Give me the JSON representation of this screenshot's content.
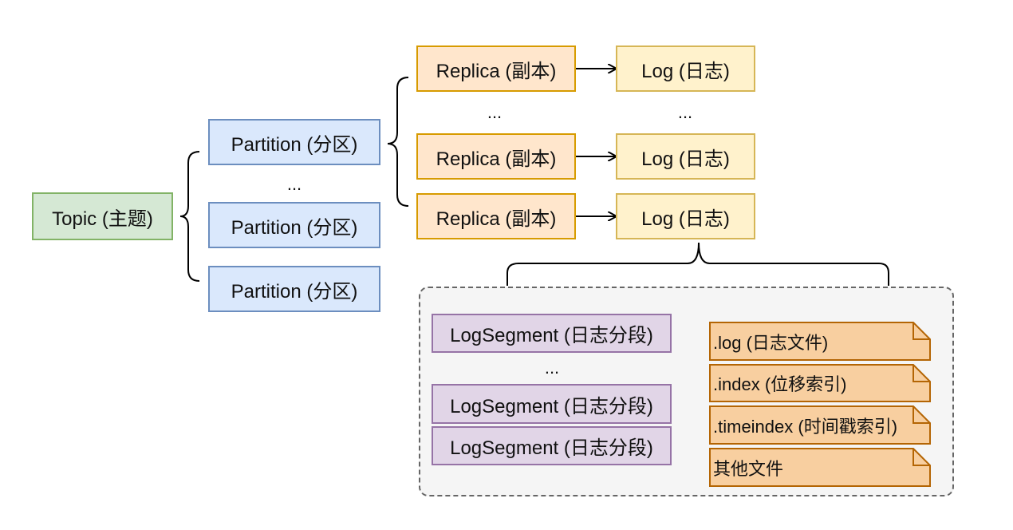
{
  "topic": {
    "label": "Topic (主题)"
  },
  "partitions": [
    {
      "label": "Partition (分区)"
    },
    {
      "label": "Partition (分区)"
    },
    {
      "label": "Partition (分区)"
    }
  ],
  "replicas": [
    {
      "label": "Replica (副本)"
    },
    {
      "label": "Replica (副本)"
    },
    {
      "label": "Replica (副本)"
    }
  ],
  "logs": [
    {
      "label": "Log (日志)"
    },
    {
      "label": "Log (日志)"
    },
    {
      "label": "Log (日志)"
    }
  ],
  "ellipsis": "...",
  "segments": [
    {
      "label": "LogSegment (日志分段)"
    },
    {
      "label": "LogSegment (日志分段)"
    },
    {
      "label": "LogSegment (日志分段)"
    }
  ],
  "files": [
    {
      "label": ".log (日志文件)"
    },
    {
      "label": ".index (位移索引)"
    },
    {
      "label": ".timeindex (时间戳索引)"
    },
    {
      "label": "其他文件"
    }
  ],
  "colors": {
    "topic_fill": "#d5e8d4",
    "topic_stroke": "#82b366",
    "partition_fill": "#dae8fc",
    "partition_stroke": "#6c8ebf",
    "replica_fill": "#ffe6cc",
    "replica_stroke": "#d79b00",
    "log_fill": "#fff2cc",
    "log_stroke": "#d6b656",
    "segment_fill": "#e1d5e7",
    "segment_stroke": "#9673a6",
    "file_fill": "#f8cfa0",
    "file_stroke": "#b46504",
    "group_fill": "#f5f5f5",
    "group_stroke": "#666666"
  }
}
